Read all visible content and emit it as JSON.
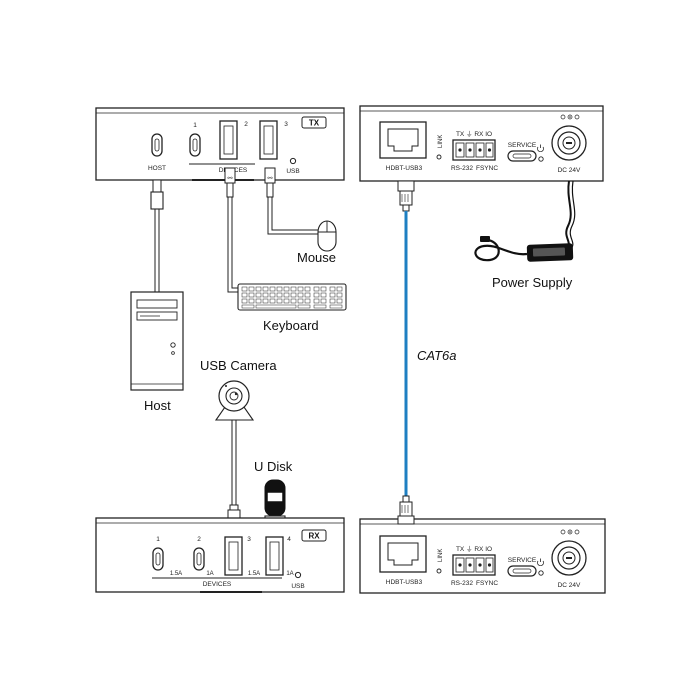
{
  "tx_device": {
    "badge": "TX",
    "port_numbers": [
      "1",
      "2",
      "3"
    ],
    "host_label": "HOST",
    "devices_label": "DEVICES",
    "usb_label": "USB"
  },
  "rx_device": {
    "badge": "RX",
    "port_numbers": [
      "1",
      "2",
      "3",
      "4"
    ],
    "current_labels": [
      "1.5A",
      "1A",
      "1.5A",
      "1A"
    ],
    "devices_label": "DEVICES",
    "usb_label": "USB"
  },
  "hdbt_panel": {
    "link_label": "LINK",
    "hdbt_label": "HDBT-USB3",
    "txrx_label": "TX ⏚ RX IO",
    "rs232_label": "RS-232",
    "fsync_label": "FSYNC",
    "service_label": "SERVICE",
    "dc_label": "DC 24V"
  },
  "labels": {
    "mouse": "Mouse",
    "keyboard": "Keyboard",
    "host": "Host",
    "usb_camera": "USB Camera",
    "u_disk": "U Disk",
    "cat6a": "CAT6a",
    "power_supply": "Power Supply"
  }
}
